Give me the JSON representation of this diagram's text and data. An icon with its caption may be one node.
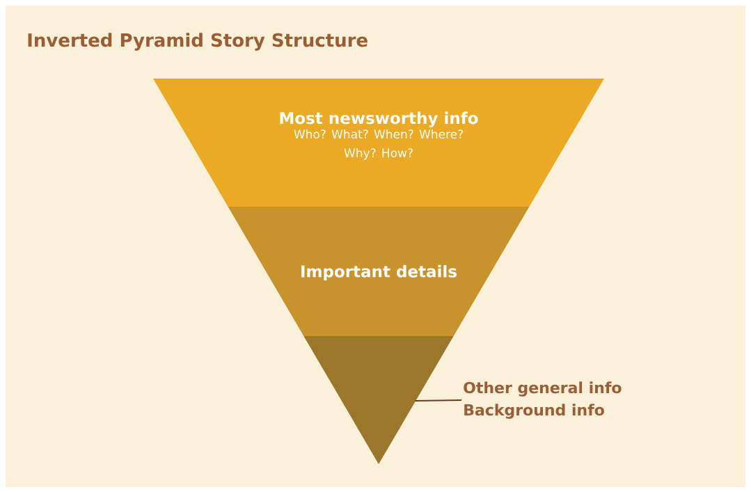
{
  "diagram": {
    "title": "Inverted Pyramid Story Structure",
    "nodes": [
      {
        "text": [
          "Most newsworthy info",
          "Who? What? When? Where? Why? How?"
        ]
      },
      {
        "text": [
          "Important details"
        ]
      },
      {
        "text": [],
        "shape": "triangle"
      },
      {
        "text": [
          "Other general info",
          "Background info"
        ]
      }
    ],
    "edges": [
      {
        "from": 3,
        "to": 2,
        "arrow": "none"
      }
    ]
  }
}
